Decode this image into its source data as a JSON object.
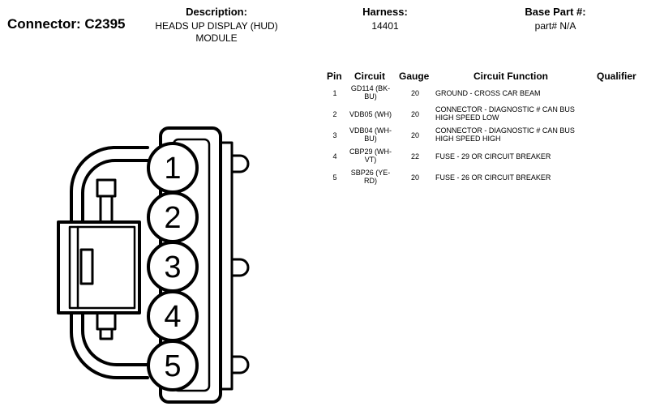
{
  "header": {
    "connector_label": "Connector: C2395",
    "description_label": "Description:",
    "description_lines": [
      "HEADS UP DISPLAY (HUD)",
      "MODULE"
    ],
    "harness_label": "Harness:",
    "harness_value": "14401",
    "base_part_label": "Base Part #:",
    "base_part_value": "part# N/A"
  },
  "table": {
    "columns": [
      "Pin",
      "Circuit",
      "Gauge",
      "Circuit Function",
      "Qualifier"
    ],
    "rows": [
      {
        "pin": "1",
        "circuit": [
          "GD114 (BK-",
          "BU)"
        ],
        "gauge": "20",
        "function": [
          "GROUND - CROSS CAR BEAM"
        ]
      },
      {
        "pin": "2",
        "circuit": [
          "VDB05 (WH)"
        ],
        "gauge": "20",
        "function": [
          "CONNECTOR - DIAGNOSTIC # CAN BUS",
          "HIGH SPEED LOW"
        ]
      },
      {
        "pin": "3",
        "circuit": [
          "VDB04 (WH-",
          "BU)"
        ],
        "gauge": "20",
        "function": [
          "CONNECTOR - DIAGNOSTIC # CAN BUS",
          "HIGH SPEED HIGH"
        ]
      },
      {
        "pin": "4",
        "circuit": [
          "CBP29 (WH-",
          "VT)"
        ],
        "gauge": "22",
        "function": [
          "FUSE - 29 OR CIRCUIT BREAKER"
        ]
      },
      {
        "pin": "5",
        "circuit": [
          "SBP26 (YE-",
          "RD)"
        ],
        "gauge": "20",
        "function": [
          "FUSE - 26 OR CIRCUIT BREAKER"
        ]
      }
    ]
  },
  "diagram": {
    "pins": [
      "1",
      "2",
      "3",
      "4",
      "5"
    ]
  }
}
